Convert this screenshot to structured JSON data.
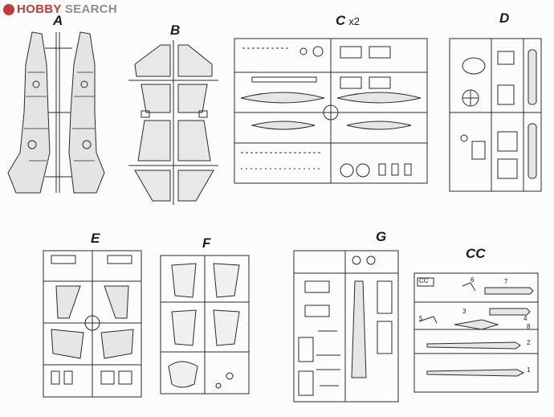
{
  "brand": {
    "logo": "HOBBY",
    "name": "SEARCH",
    "logo_icon": "hobbysearch-logo-icon"
  },
  "sprues": [
    {
      "letter": "A"
    },
    {
      "letter": "B"
    },
    {
      "letter": "C",
      "multiplier": "x2"
    },
    {
      "letter": "D"
    },
    {
      "letter": "E"
    },
    {
      "letter": "F"
    },
    {
      "letter": "G"
    },
    {
      "letter": "CC"
    }
  ],
  "cc_box_label": "CC",
  "cc_part_numbers": [
    "1",
    "2",
    "3",
    "4",
    "5",
    "6",
    "7",
    "8"
  ]
}
